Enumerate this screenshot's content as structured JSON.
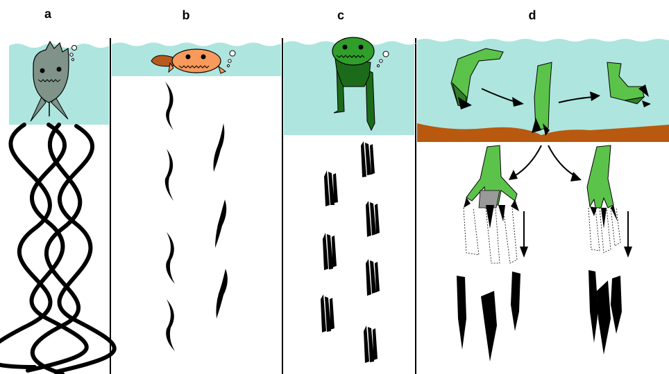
{
  "panels": [
    {
      "id": "a",
      "label": "a"
    },
    {
      "id": "b",
      "label": "b"
    },
    {
      "id": "c",
      "label": "c"
    },
    {
      "id": "d",
      "label": "d"
    }
  ],
  "colors": {
    "water": "#aee5df",
    "sediment": "#b8590f",
    "trace": "#000000",
    "fish": "#7f9389",
    "salamander": "#f79a5c",
    "salamander_tail": "#b85a1e",
    "frog": "#2f9e2a",
    "frog_dark": "#1c6b1a",
    "limb": "#5cc34a",
    "limb_dark": "#2f7f29"
  },
  "icons": [
    "fish-icon",
    "salamander-icon",
    "frog-icon",
    "limb-icon",
    "arrow-icon",
    "bubble-icon"
  ]
}
